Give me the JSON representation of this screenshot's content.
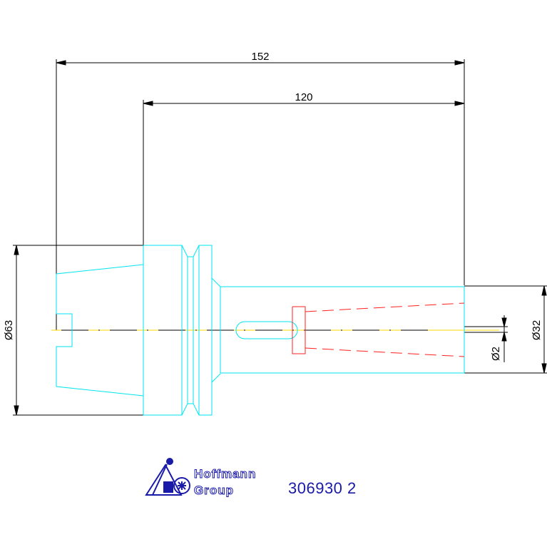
{
  "dimensions": {
    "overall_length": "152",
    "tool_length": "120",
    "flange_diameter": "Ø63",
    "shank_diameter": "Ø32",
    "offset_value": "Ø2"
  },
  "logo": {
    "line1": "Hoffmann",
    "line2": "Group"
  },
  "part_number": "306930 2",
  "colors": {
    "outline": "#00e5ef",
    "centerline": "#ffd800",
    "hidden": "#ff2020",
    "dimension": "#000000",
    "brand": "#1a1aa8"
  }
}
